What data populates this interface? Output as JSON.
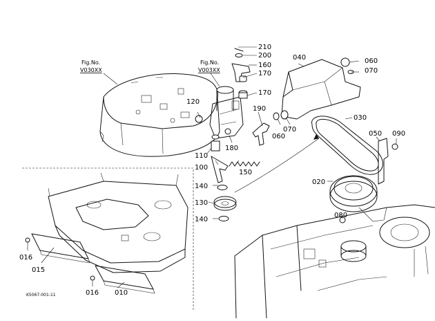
{
  "fig_refs": [
    {
      "prefix": "Fig.No.",
      "code": "V030XX"
    },
    {
      "prefix": "Fig.No.",
      "code": "V003XX"
    }
  ],
  "labels": {
    "p010": "010",
    "p015": "015",
    "p016a": "016",
    "p016b": "016",
    "p020": "020",
    "p030": "030",
    "p040": "040",
    "p050": "050",
    "p060a": "060",
    "p060b": "060",
    "p070a": "070",
    "p070b": "070",
    "p080": "080",
    "p090": "090",
    "p100": "100",
    "p110": "110",
    "p120": "120",
    "p130": "130",
    "p140a": "140",
    "p140b": "140",
    "p150": "150",
    "p160": "160",
    "p170a": "170",
    "p170b": "170",
    "p180": "180",
    "p190": "190",
    "p200": "200",
    "p210": "210"
  },
  "drawing_code": "K5067-001-11"
}
